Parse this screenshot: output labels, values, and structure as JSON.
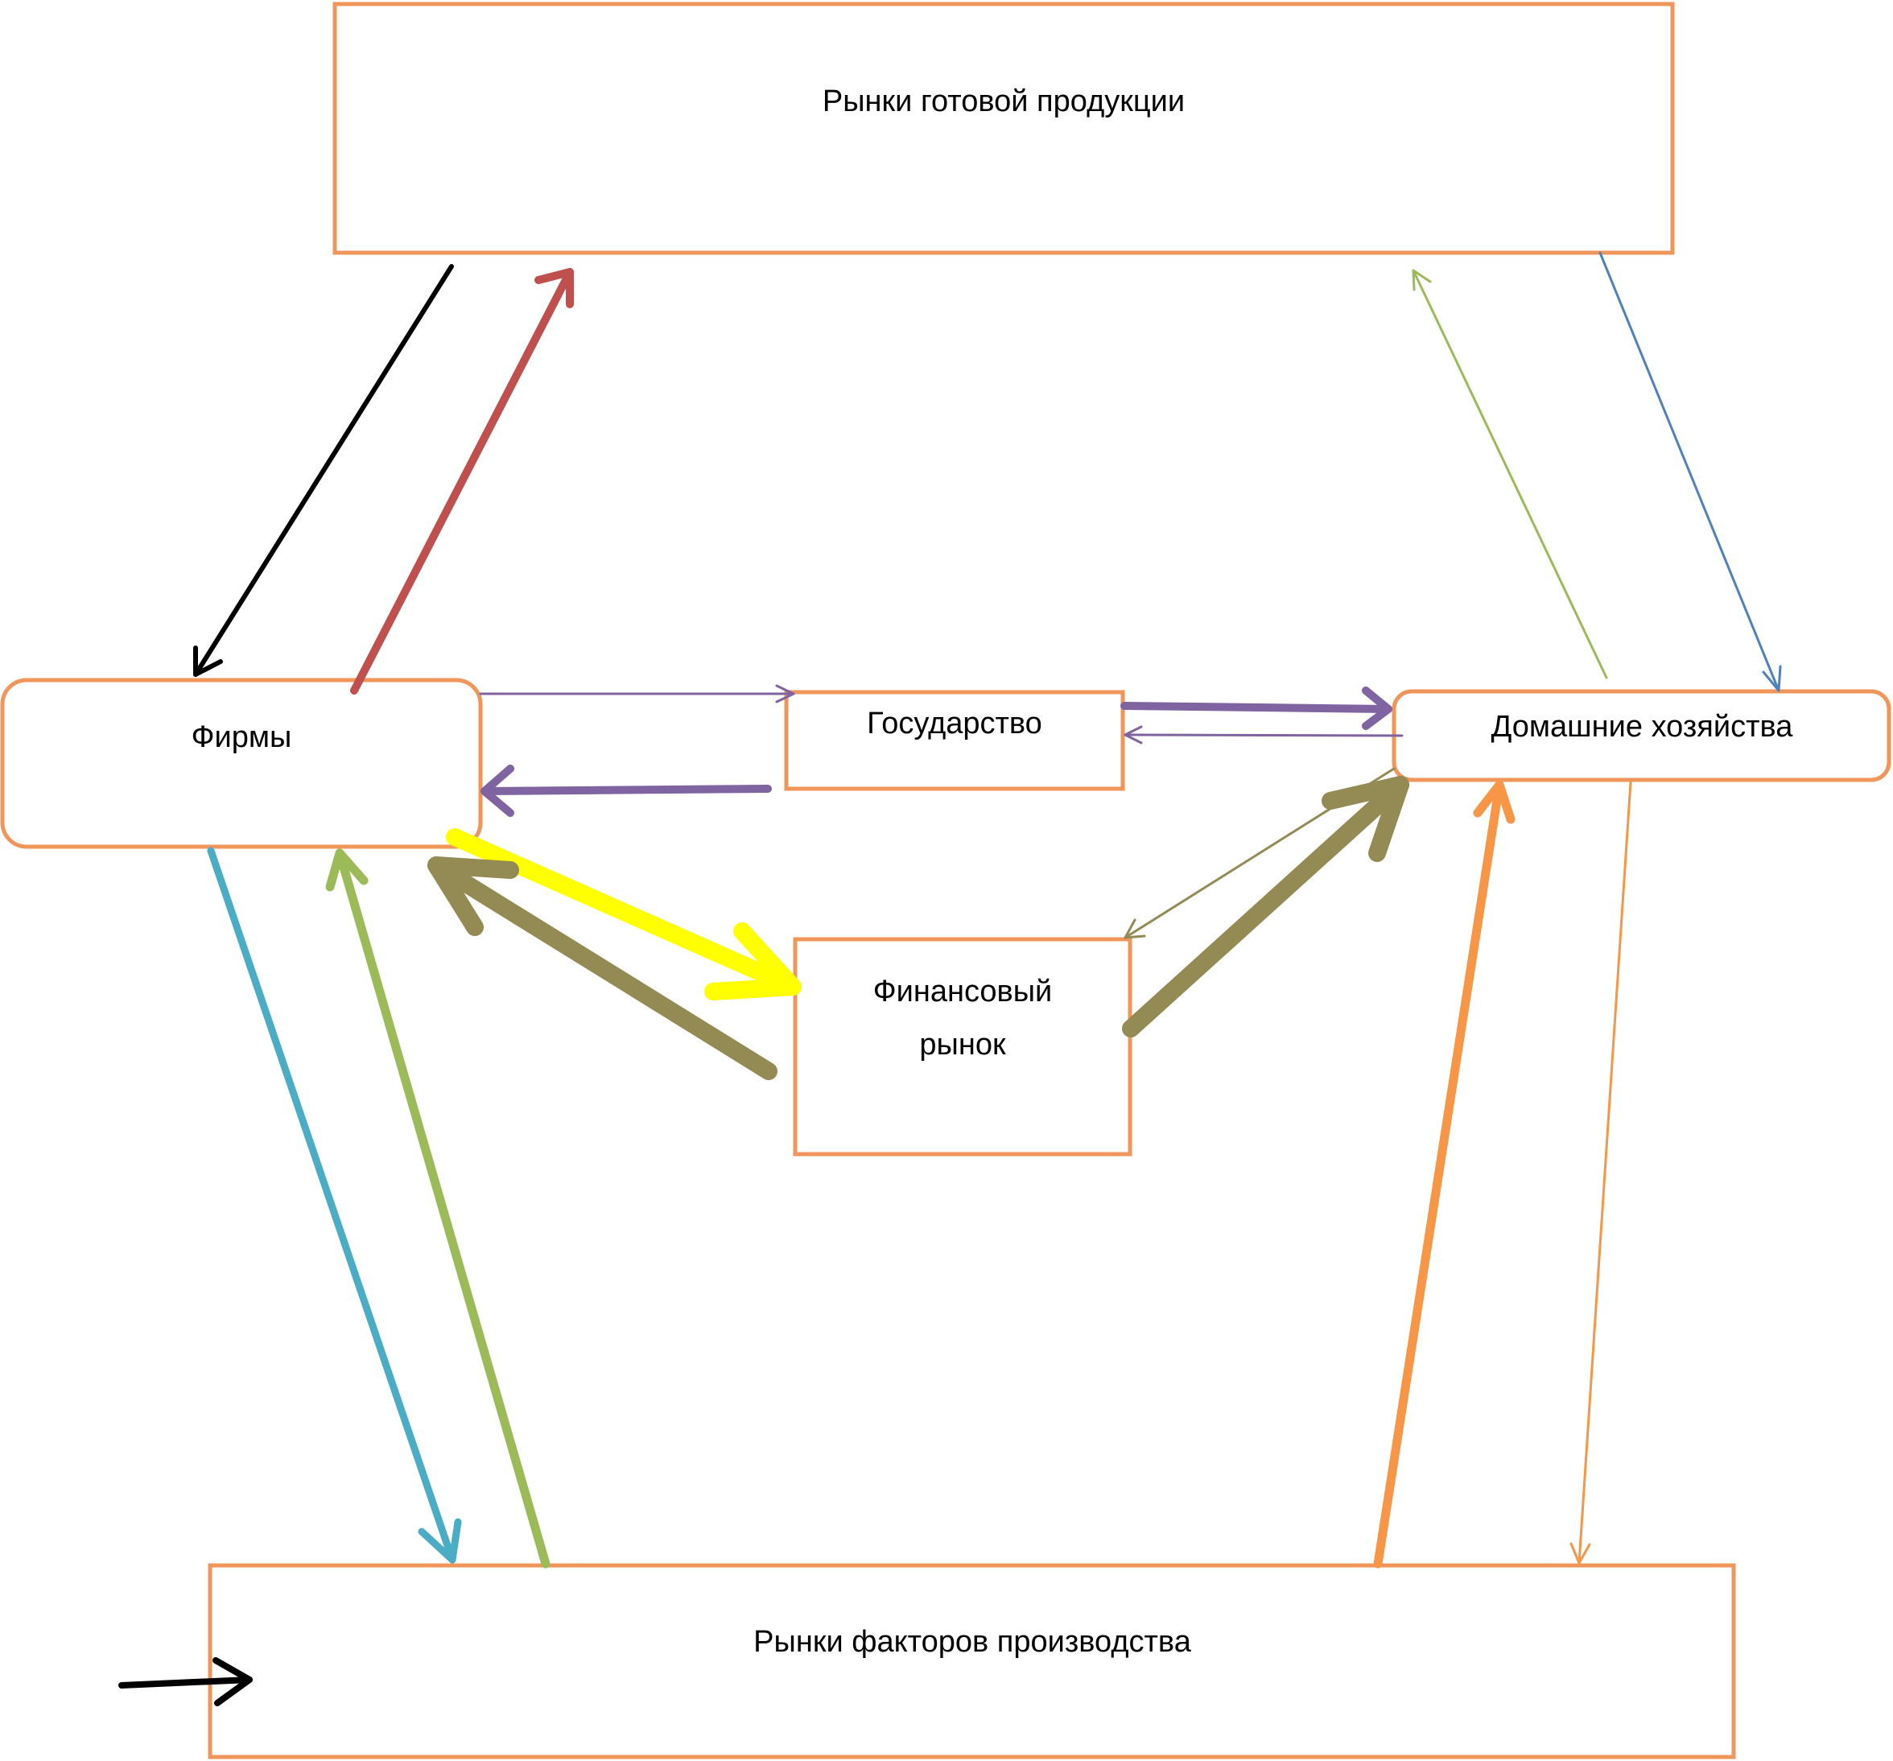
{
  "nodes": {
    "product_markets": {
      "label": "Рынки готовой продукции"
    },
    "firms": {
      "label": "Фирмы"
    },
    "government": {
      "label": "Государство"
    },
    "households": {
      "label": "Домашние хозяйства"
    },
    "financial_market": {
      "label_line1": "Финансовый",
      "label_line2": "рынок"
    },
    "factor_markets": {
      "label": "Рынки факторов производства"
    }
  },
  "colors": {
    "box_border": "#f0965a",
    "arrow_black": "#000000",
    "arrow_red": "#c0504d",
    "arrow_light_green": "#9bbb59",
    "arrow_steel_blue": "#4f81bd",
    "arrow_purple": "#8064a2",
    "arrow_olive": "#948a54",
    "arrow_yellow": "#ffff00",
    "arrow_teal": "#4bacc6",
    "arrow_orange": "#f79646"
  }
}
